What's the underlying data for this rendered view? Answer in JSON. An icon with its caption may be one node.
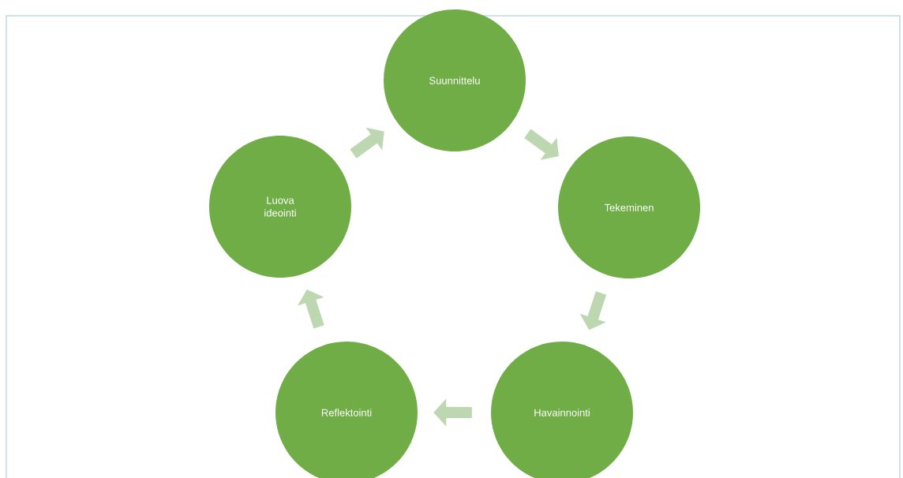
{
  "diagram": {
    "nodes": [
      {
        "text": [
          "Suunnittelu"
        ]
      },
      {
        "text": [
          "Tekeminen"
        ]
      },
      {
        "text": [
          "Havainnointi"
        ]
      },
      {
        "text": [
          "Reflektointi"
        ]
      },
      {
        "text": [
          "Luova ideointi"
        ]
      }
    ],
    "edges": [
      {
        "from": 0,
        "to": 1,
        "arrow": "to"
      },
      {
        "from": 1,
        "to": 2,
        "arrow": "to"
      },
      {
        "from": 2,
        "to": 3,
        "arrow": "to"
      },
      {
        "from": 3,
        "to": 4,
        "arrow": "to"
      },
      {
        "from": 4,
        "to": 0,
        "arrow": "to"
      }
    ]
  }
}
